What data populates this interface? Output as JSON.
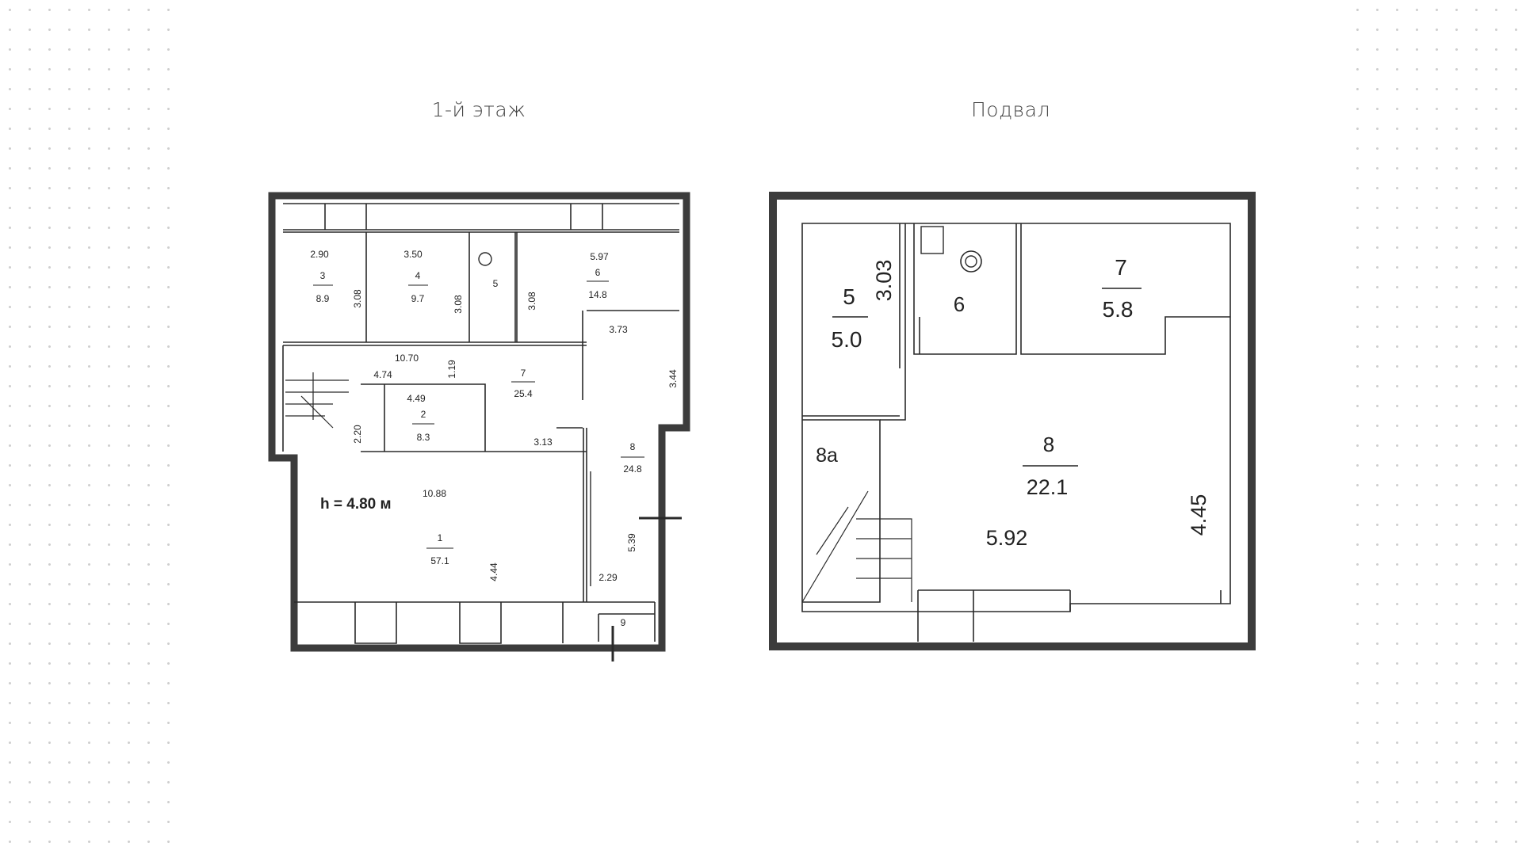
{
  "floor1": {
    "title": "1-й этаж",
    "height_note": "h = 4.80 м",
    "rooms": [
      {
        "num": "1",
        "area": "57.1"
      },
      {
        "num": "2",
        "area": "8.3"
      },
      {
        "num": "3",
        "area": "8.9"
      },
      {
        "num": "4",
        "area": "9.7"
      },
      {
        "num": "5"
      },
      {
        "num": "6",
        "area": "14.8"
      },
      {
        "num": "7",
        "area": "25.4"
      },
      {
        "num": "8",
        "area": "24.8"
      },
      {
        "num": "9"
      }
    ],
    "dims": [
      "2.90",
      "3.50",
      "5.97",
      "3.08",
      "3.08",
      "3.08",
      "3.73",
      "10.70",
      "4.74",
      "1.19",
      "4.49",
      "3.44",
      "2.20",
      "3.13",
      "10.88",
      "5.39",
      "4.44",
      "2.29"
    ]
  },
  "basement": {
    "title": "Подвал",
    "rooms": [
      {
        "num": "5",
        "area": "5.0"
      },
      {
        "num": "6"
      },
      {
        "num": "7",
        "area": "5.8"
      },
      {
        "num": "8",
        "area": "22.1"
      },
      {
        "num": "8a"
      }
    ],
    "dims": [
      "3.03",
      "5.92",
      "4.45"
    ]
  },
  "colors": {
    "frame": "#3c3c3c",
    "line": "#2a2a2a",
    "dots": "#cfcfcf"
  }
}
